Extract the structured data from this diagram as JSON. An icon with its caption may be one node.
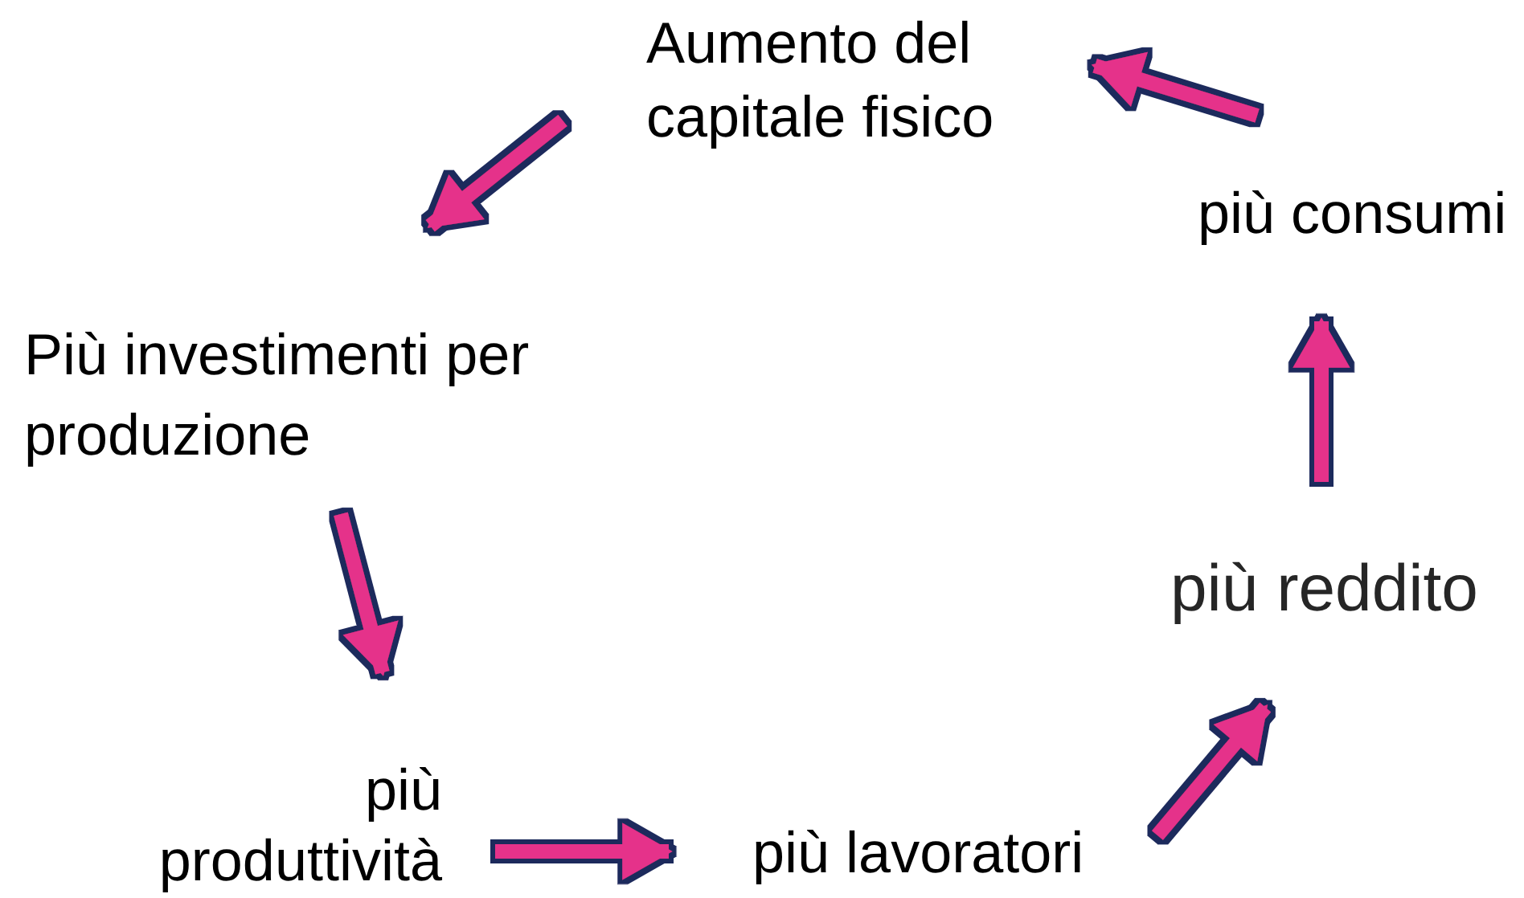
{
  "diagram": {
    "nodes": [
      {
        "text": [
          "Aumento del capitale fisico"
        ]
      },
      {
        "text": [
          "più consumi"
        ]
      },
      {
        "text": [
          "più reddito"
        ]
      },
      {
        "text": [
          "più lavoratori"
        ]
      },
      {
        "text": [
          "più produttività"
        ]
      },
      {
        "text": [
          "Più investimenti per produzione"
        ]
      }
    ],
    "edges": [
      {
        "from": 0,
        "to": 5,
        "arrow": "to"
      },
      {
        "from": 5,
        "to": 4,
        "arrow": "to"
      },
      {
        "from": 4,
        "to": 3,
        "arrow": "to"
      },
      {
        "from": 3,
        "to": 2,
        "arrow": "to"
      },
      {
        "from": 2,
        "to": 1,
        "arrow": "to"
      },
      {
        "from": 1,
        "to": 0,
        "arrow": "to"
      }
    ]
  }
}
